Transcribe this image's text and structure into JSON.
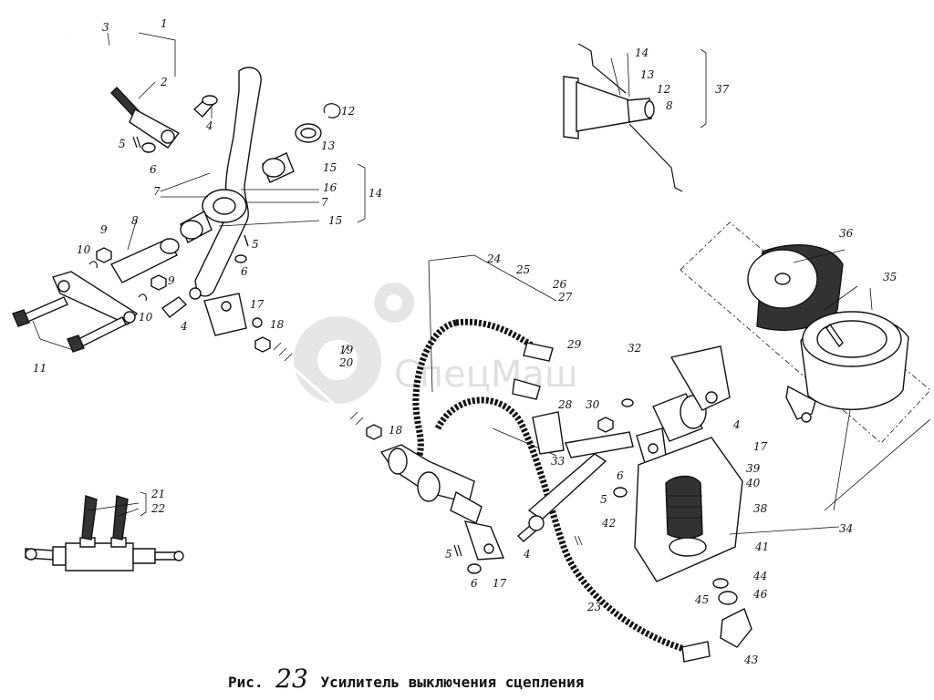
{
  "caption": {
    "prefix": "Рис.",
    "figure_number": "23",
    "title": "Усилитель выключения сцепления"
  },
  "watermark": "СпецМаш",
  "callouts": {
    "n1": "1",
    "n2": "2",
    "n3": "3",
    "n4a": "4",
    "n4b": "4",
    "n4c": "4",
    "n4d": "4",
    "n5a": "5",
    "n5b": "5",
    "n5c": "5",
    "n5d": "5",
    "n6a": "6",
    "n6b": "6",
    "n6c": "6",
    "n6d": "6",
    "n7a": "7",
    "n7b": "7",
    "n8a": "8",
    "n8b": "8",
    "n9a": "9",
    "n9b": "9",
    "n10a": "10",
    "n10b": "10",
    "n11": "11",
    "n12a": "12",
    "n12b": "12",
    "n13a": "13",
    "n13b": "13",
    "n14a": "14",
    "n14b": "14",
    "n15a": "15",
    "n15b": "15",
    "n16": "16",
    "n17a": "17",
    "n17b": "17",
    "n17c": "17",
    "n18a": "18",
    "n18b": "18",
    "n19": "19",
    "n20": "20",
    "n21": "21",
    "n22": "22",
    "n23": "23",
    "n24": "24",
    "n25": "25",
    "n26": "26",
    "n27": "27",
    "n28": "28",
    "n29": "29",
    "n30": "30",
    "n32": "32",
    "n33": "33",
    "n34": "34",
    "n35": "35",
    "n36": "36",
    "n37": "37",
    "n38": "38",
    "n39": "39",
    "n40": "40",
    "n41": "41",
    "n42": "42",
    "n43": "43",
    "n44": "44",
    "n45": "45",
    "n46": "46"
  }
}
